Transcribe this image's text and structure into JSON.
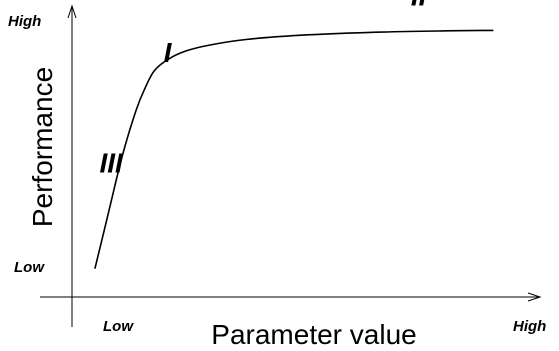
{
  "chart_data": {
    "type": "line",
    "title": "",
    "xlabel": "Parameter value",
    "ylabel": "Performance",
    "x_ticks": {
      "low": "Low",
      "high": "High"
    },
    "y_ticks": {
      "low": "Low",
      "high": "High"
    },
    "xlim": [
      0,
      1
    ],
    "ylim": [
      0,
      1
    ],
    "grid": false,
    "series": [
      {
        "x": [
          0.05,
          0.08,
          0.11,
          0.14,
          0.16,
          0.18,
          0.21,
          0.25,
          0.3,
          0.38,
          0.5,
          0.65,
          0.8,
          0.92
        ],
        "y": [
          0.1,
          0.3,
          0.5,
          0.66,
          0.74,
          0.8,
          0.84,
          0.87,
          0.89,
          0.91,
          0.925,
          0.935,
          0.94,
          0.942
        ]
      }
    ],
    "annotations": [
      {
        "text": "III",
        "x": 0.06,
        "y": 0.44
      },
      {
        "text": "I",
        "x": 0.2,
        "y": 0.83
      },
      {
        "text": "II",
        "x": 0.74,
        "y": 1.03
      }
    ],
    "line_color": "#000000"
  }
}
